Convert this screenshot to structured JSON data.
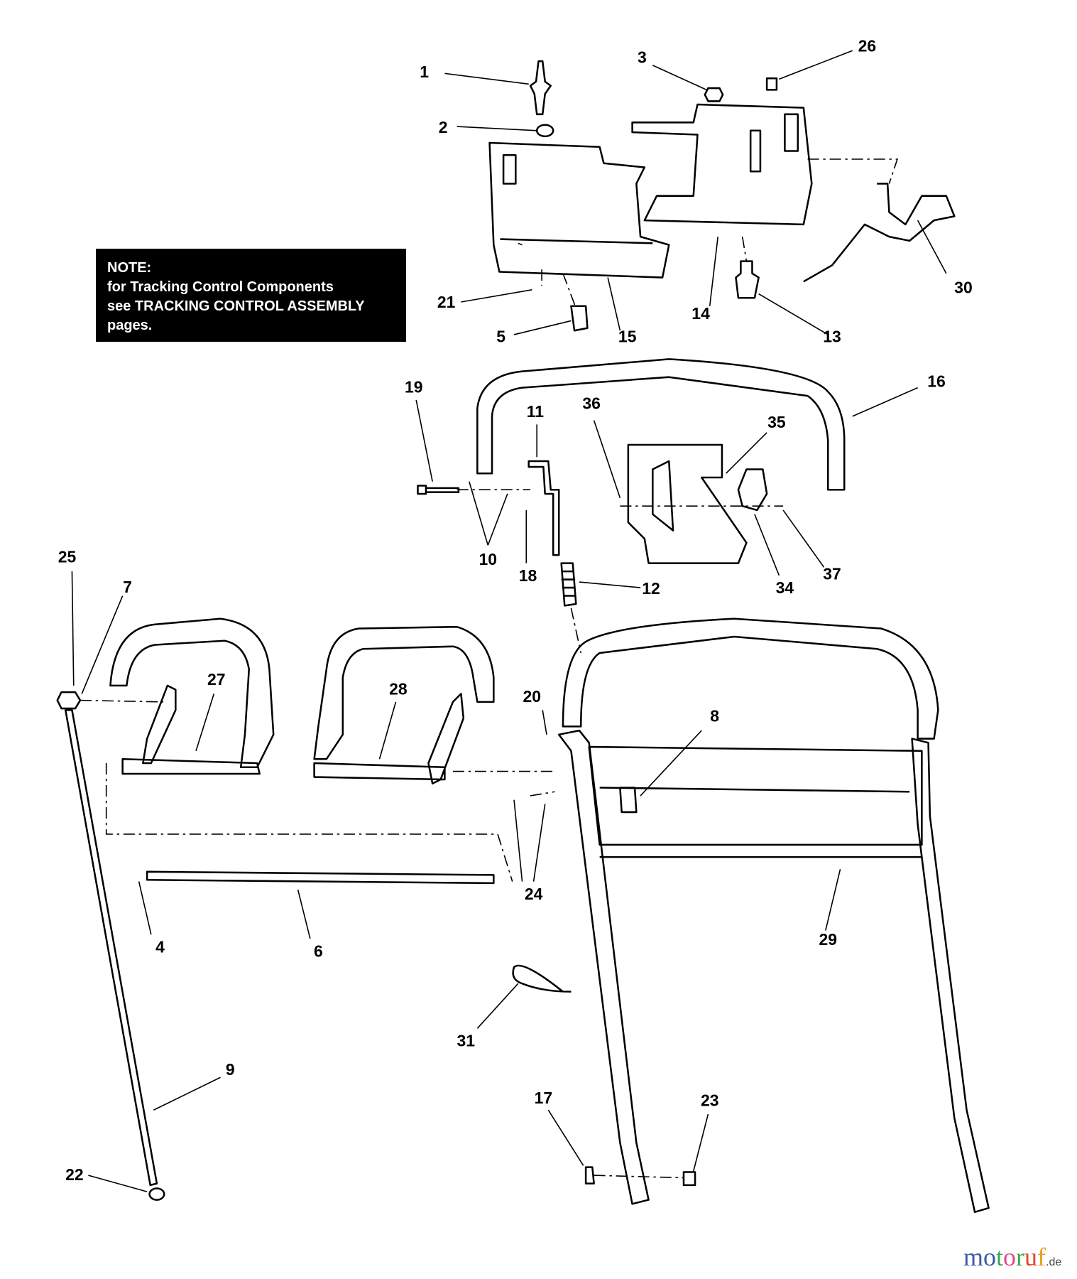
{
  "note": {
    "title": "NOTE:",
    "lines": [
      "for Tracking Control Components",
      "see TRACKING CONTROL ASSEMBLY",
      "pages."
    ]
  },
  "callouts": [
    "1",
    "2",
    "3",
    "26",
    "21",
    "5",
    "15",
    "14",
    "13",
    "30",
    "16",
    "19",
    "11",
    "36",
    "35",
    "10",
    "18",
    "12",
    "34",
    "37",
    "25",
    "7",
    "27",
    "28",
    "20",
    "8",
    "24",
    "4",
    "6",
    "29",
    "31",
    "9",
    "17",
    "23",
    "22"
  ],
  "watermark": {
    "letters": [
      "m",
      "o",
      "t",
      "o",
      "r",
      "u",
      "f"
    ],
    "colors": [
      "#3d5aa8",
      "#3d5aa8",
      "#3aa84a",
      "#e04a8a",
      "#3aa84a",
      "#e0482a",
      "#e8a020"
    ],
    "suffix": ".de"
  }
}
